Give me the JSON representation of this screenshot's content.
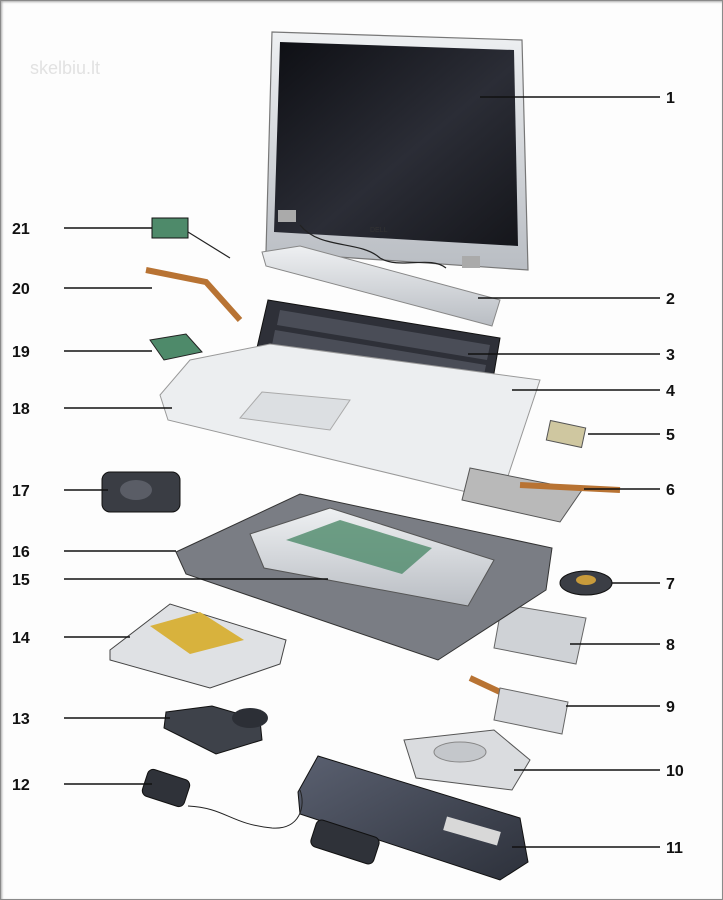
{
  "watermark": "skelbiu.lt",
  "callouts": [
    {
      "number": "1",
      "side": "right"
    },
    {
      "number": "2",
      "side": "right"
    },
    {
      "number": "3",
      "side": "right"
    },
    {
      "number": "4",
      "side": "right"
    },
    {
      "number": "5",
      "side": "right"
    },
    {
      "number": "6",
      "side": "right"
    },
    {
      "number": "7",
      "side": "right"
    },
    {
      "number": "8",
      "side": "right"
    },
    {
      "number": "9",
      "side": "right"
    },
    {
      "number": "10",
      "side": "right"
    },
    {
      "number": "11",
      "side": "right"
    },
    {
      "number": "12",
      "side": "left"
    },
    {
      "number": "13",
      "side": "left"
    },
    {
      "number": "14",
      "side": "left"
    },
    {
      "number": "15",
      "side": "left"
    },
    {
      "number": "16",
      "side": "left"
    },
    {
      "number": "17",
      "side": "left"
    },
    {
      "number": "18",
      "side": "left"
    },
    {
      "number": "19",
      "side": "left"
    },
    {
      "number": "20",
      "side": "left"
    },
    {
      "number": "21",
      "side": "left"
    }
  ],
  "colors": {
    "line": "#111111",
    "metal": "#c9ccd0",
    "dark": "#3a3d44",
    "pcb": "#4e8a6a"
  }
}
